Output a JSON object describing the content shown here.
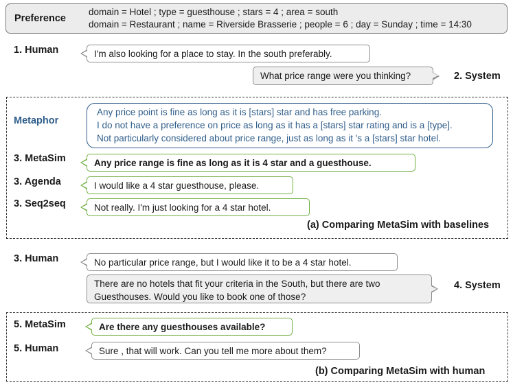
{
  "preference": {
    "label": "Preference",
    "lines": [
      "domain = Hotel ; type = guesthouse ; stars = 4 ; area = south",
      "domain = Restaurant ; name = Riverside Brasserie ; people = 6 ; day = Sunday ; time = 14:30"
    ]
  },
  "intro": [
    {
      "speaker": "1. Human",
      "text": "I'm also looking for a place to stay.  In the south preferably."
    },
    {
      "speaker": "2. System",
      "text": "What price range were you thinking?"
    }
  ],
  "panel_a": {
    "metaphor_label": "Metaphor",
    "metaphor_lines": [
      "Any price point is fine as long as it is [stars] star and has free parking.",
      "I do not have a preference on price as long as it has a [stars] star rating and is a [type].",
      "Not particularly considered about price range, just as long as it 's a [stars] star hotel."
    ],
    "turns": [
      {
        "speaker": "3. MetaSim",
        "text": "Any price range is fine as long as it is 4 star and a guesthouse."
      },
      {
        "speaker": "3. Agenda",
        "text": "I would like a 4 star guesthouse, please."
      },
      {
        "speaker": "3. Seq2seq",
        "text": "Not really. I'm just looking for a 4 star hotel."
      }
    ],
    "caption": "(a) Comparing MetaSim with baselines"
  },
  "middle": [
    {
      "speaker": "3. Human",
      "text": "No particular price range, but I would like it to be a 4 star hotel."
    },
    {
      "speaker": "4. System",
      "text_lines": [
        "There are no hotels that fit your criteria in the South, but there are two",
        "Guesthouses. Would you like to book one of those?"
      ]
    }
  ],
  "panel_b": {
    "turns": [
      {
        "speaker": "5. MetaSim",
        "text": "Are there any guesthouses available?"
      },
      {
        "speaker": "5. Human",
        "text": "Sure , that will work. Can you tell me more about them?"
      }
    ],
    "caption": "(b) Comparing MetaSim with human"
  },
  "colors": {
    "metaphor": "#2f5d8a",
    "metasim_border": "#6fae3f",
    "system_fill": "#efefef"
  }
}
